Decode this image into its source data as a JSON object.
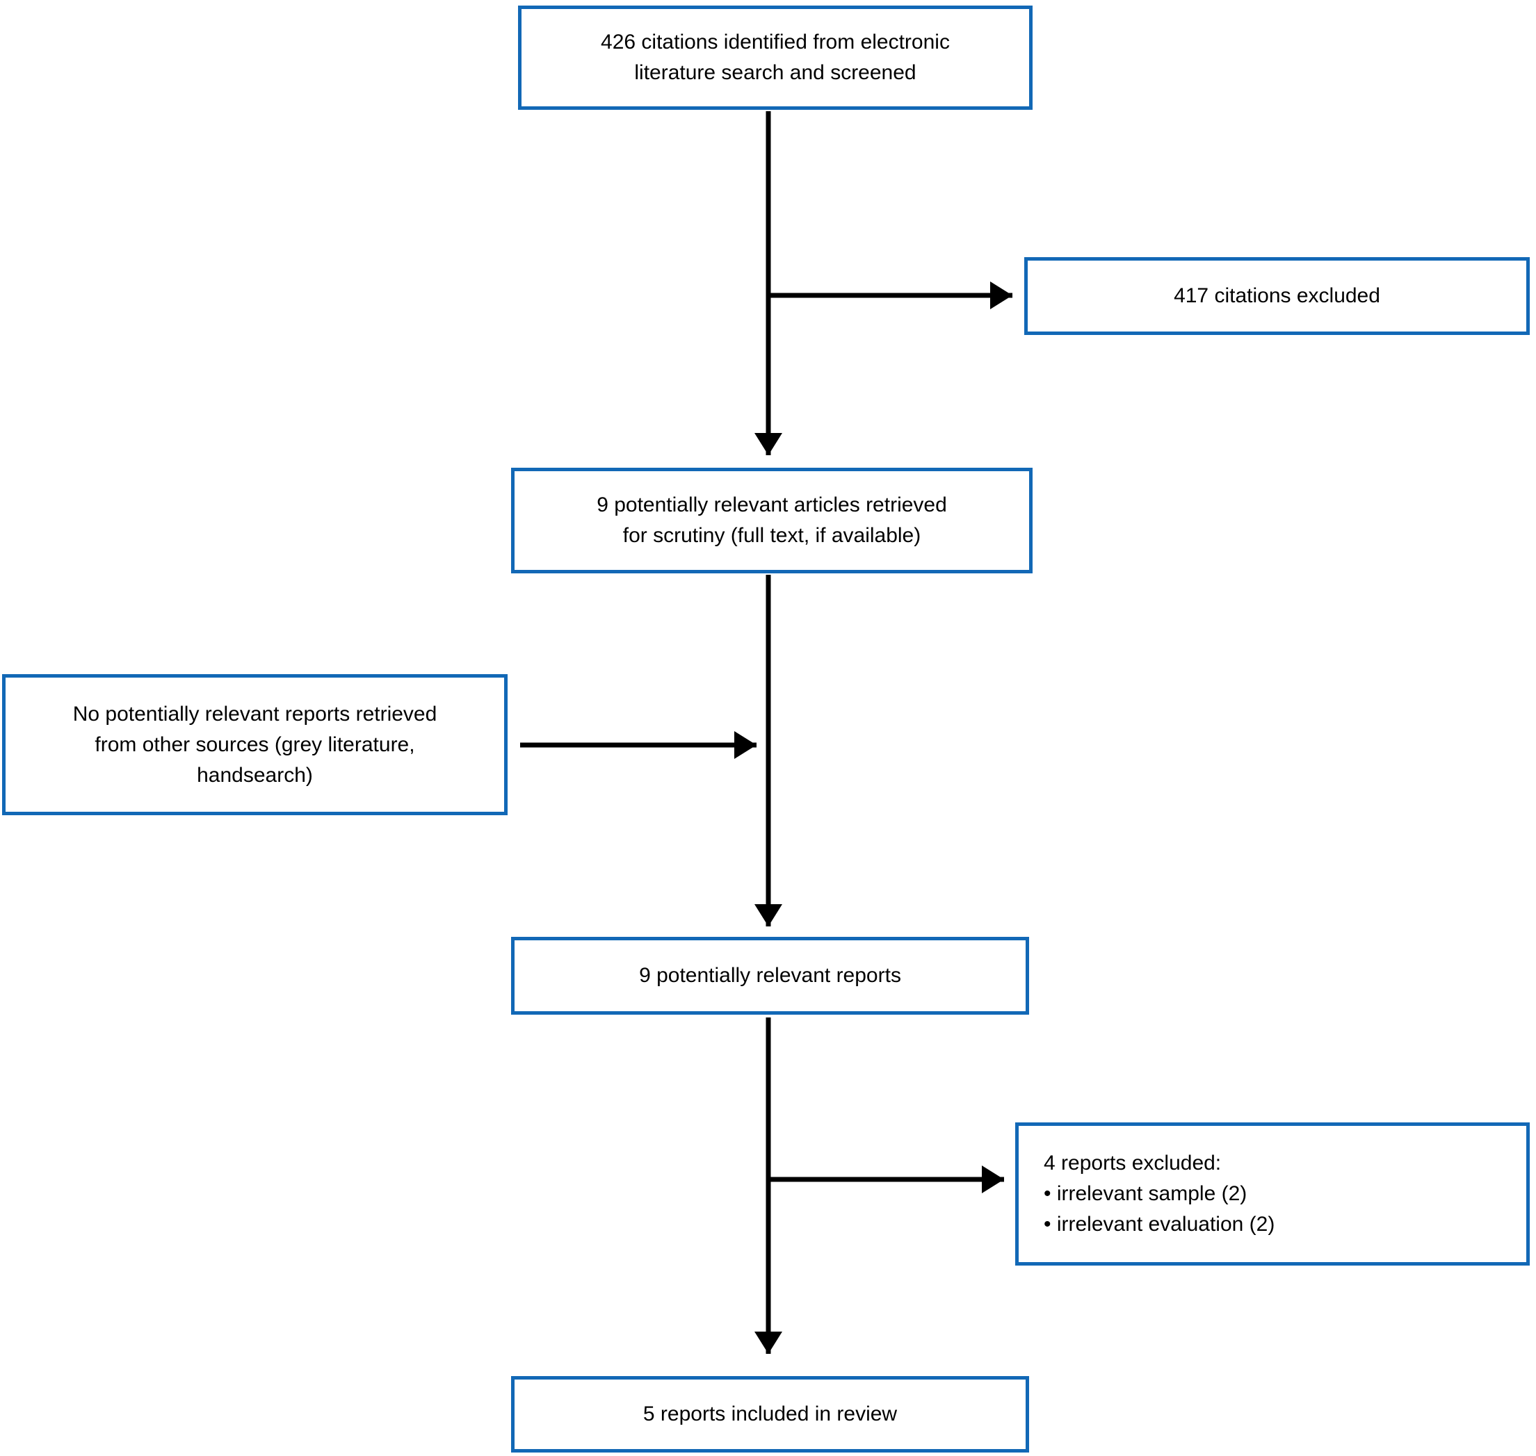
{
  "diagram": {
    "type": "flowchart",
    "description": "Literature search and screening flow diagram",
    "colors": {
      "box_border": "#1268b6",
      "arrow": "#000000",
      "text": "#000000",
      "background": "#ffffff"
    },
    "boxes": {
      "identified": {
        "text": "426 citations identified from electronic literature search and screened",
        "lines": [
          "426 citations identified from electronic",
          "literature search and screened"
        ]
      },
      "citations_excluded": {
        "text": "417 citations excluded",
        "lines": [
          "417 citations excluded"
        ]
      },
      "articles_retrieved": {
        "text": "9 potentially relevant articles retrieved for scrutiny (full text, if available)",
        "lines": [
          "9 potentially relevant articles retrieved",
          "for scrutiny (full text, if available)"
        ]
      },
      "other_sources": {
        "text": "No potentially relevant reports retrieved from other sources (grey literature, handsearch)",
        "lines": [
          "No potentially relevant reports retrieved",
          "from other sources (grey literature,",
          "handsearch)"
        ]
      },
      "relevant_reports": {
        "text": "9 potentially relevant reports",
        "lines": [
          "9 potentially relevant reports"
        ]
      },
      "reports_excluded": {
        "text": "4 reports excluded: irrelevant sample (2), irrelevant evaluation (2)",
        "lines": [
          "4 reports excluded:",
          "• irrelevant sample (2)",
          "• irrelevant evaluation (2)"
        ]
      },
      "included": {
        "text": "5 reports included in review",
        "lines": [
          "5 reports included in review"
        ]
      }
    }
  }
}
